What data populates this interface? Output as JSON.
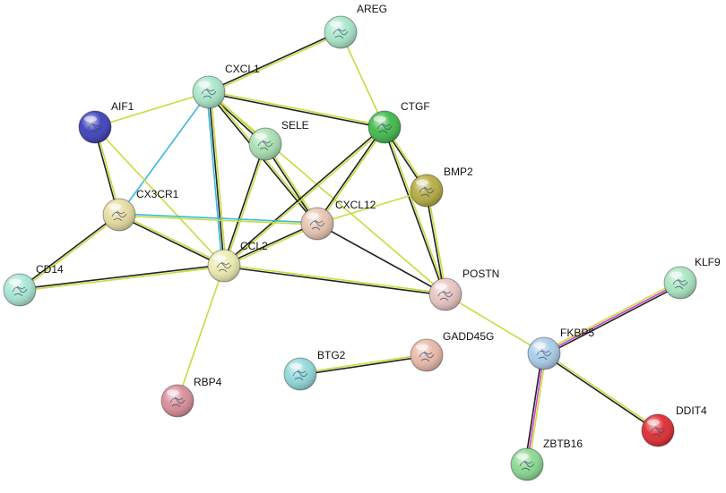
{
  "network": {
    "nodes": [
      {
        "id": "AREG",
        "label": "AREG",
        "color": "#a8e6c8"
      },
      {
        "id": "CXCL1",
        "label": "CXCL1",
        "color": "#a8e6c8"
      },
      {
        "id": "AIF1",
        "label": "AIF1",
        "color": "#3a3fb8"
      },
      {
        "id": "CTGF",
        "label": "CTGF",
        "color": "#3fb84a"
      },
      {
        "id": "SELE",
        "label": "SELE",
        "color": "#a8e0b0"
      },
      {
        "id": "BMP2",
        "label": "BMP2",
        "color": "#b4aa40"
      },
      {
        "id": "CX3CR1",
        "label": "CX3CR1",
        "color": "#e6dca0"
      },
      {
        "id": "CXCL12",
        "label": "CXCL12",
        "color": "#e8c4b0"
      },
      {
        "id": "CCL2",
        "label": "CCL2",
        "color": "#ecebb0"
      },
      {
        "id": "CD14",
        "label": "CD14",
        "color": "#a8e6d4"
      },
      {
        "id": "POSTN",
        "label": "POSTN",
        "color": "#e8c4c0"
      },
      {
        "id": "KLF9",
        "label": "KLF9",
        "color": "#a8e6c0"
      },
      {
        "id": "FKBP5",
        "label": "FKBP5",
        "color": "#a8cce8"
      },
      {
        "id": "GADD45G",
        "label": "GADD45G",
        "color": "#e8b8a8"
      },
      {
        "id": "BTG2",
        "label": "BTG2",
        "color": "#90d8d8"
      },
      {
        "id": "RBP4",
        "label": "RBP4",
        "color": "#d88c98"
      },
      {
        "id": "DDIT4",
        "label": "DDIT4",
        "color": "#e02830"
      },
      {
        "id": "ZBTB16",
        "label": "ZBTB16",
        "color": "#88d890"
      }
    ],
    "edges": [
      {
        "source": "AREG",
        "target": "CXCL1",
        "colors": [
          "#c8dc3c",
          "#222222"
        ]
      },
      {
        "source": "AREG",
        "target": "CTGF",
        "colors": [
          "#c8dc3c"
        ]
      },
      {
        "source": "CXCL1",
        "target": "AIF1",
        "colors": [
          "#c8dc3c"
        ]
      },
      {
        "source": "CXCL1",
        "target": "CTGF",
        "colors": [
          "#c8dc3c",
          "#222222"
        ]
      },
      {
        "source": "CXCL1",
        "target": "SELE",
        "colors": [
          "#c8dc3c",
          "#222222"
        ]
      },
      {
        "source": "CXCL1",
        "target": "CX3CR1",
        "colors": [
          "#3cb8dc"
        ]
      },
      {
        "source": "CXCL1",
        "target": "CCL2",
        "colors": [
          "#c8dc3c",
          "#222222",
          "#3cb8dc"
        ]
      },
      {
        "source": "CXCL1",
        "target": "CXCL12",
        "colors": [
          "#c8dc3c",
          "#222222"
        ]
      },
      {
        "source": "CXCL1",
        "target": "POSTN",
        "colors": [
          "#c8dc3c"
        ]
      },
      {
        "source": "AIF1",
        "target": "CX3CR1",
        "colors": [
          "#c8dc3c",
          "#222222"
        ]
      },
      {
        "source": "AIF1",
        "target": "CCL2",
        "colors": [
          "#c8dc3c"
        ]
      },
      {
        "source": "SELE",
        "target": "CCL2",
        "colors": [
          "#c8dc3c",
          "#222222"
        ]
      },
      {
        "source": "SELE",
        "target": "CXCL12",
        "colors": [
          "#c8dc3c",
          "#222222"
        ]
      },
      {
        "source": "CTGF",
        "target": "CCL2",
        "colors": [
          "#c8dc3c",
          "#222222"
        ]
      },
      {
        "source": "CTGF",
        "target": "CXCL12",
        "colors": [
          "#c8dc3c",
          "#222222"
        ]
      },
      {
        "source": "CTGF",
        "target": "BMP2",
        "colors": [
          "#c8dc3c",
          "#222222"
        ]
      },
      {
        "source": "CTGF",
        "target": "POSTN",
        "colors": [
          "#c8dc3c",
          "#222222"
        ]
      },
      {
        "source": "BMP2",
        "target": "POSTN",
        "colors": [
          "#c8dc3c",
          "#222222"
        ]
      },
      {
        "source": "BMP2",
        "target": "CXCL12",
        "colors": [
          "#c8dc3c"
        ]
      },
      {
        "source": "CX3CR1",
        "target": "CCL2",
        "colors": [
          "#c8dc3c",
          "#222222"
        ]
      },
      {
        "source": "CX3CR1",
        "target": "CXCL12",
        "colors": [
          "#3cb8dc",
          "#c8dc3c"
        ]
      },
      {
        "source": "CX3CR1",
        "target": "CD14",
        "colors": [
          "#c8dc3c",
          "#222222"
        ]
      },
      {
        "source": "CXCL12",
        "target": "CCL2",
        "colors": [
          "#c8dc3c",
          "#222222"
        ]
      },
      {
        "source": "CXCL12",
        "target": "POSTN",
        "colors": [
          "#222222"
        ]
      },
      {
        "source": "CCL2",
        "target": "CD14",
        "colors": [
          "#c8dc3c",
          "#222222"
        ]
      },
      {
        "source": "CCL2",
        "target": "POSTN",
        "colors": [
          "#c8dc3c",
          "#222222"
        ]
      },
      {
        "source": "CCL2",
        "target": "RBP4",
        "colors": [
          "#c8dc3c"
        ]
      },
      {
        "source": "POSTN",
        "target": "FKBP5",
        "colors": [
          "#c8dc3c"
        ]
      },
      {
        "source": "FKBP5",
        "target": "KLF9",
        "colors": [
          "#c8dc3c",
          "#cc44cc",
          "#222222"
        ]
      },
      {
        "source": "FKBP5",
        "target": "ZBTB16",
        "colors": [
          "#c8dc3c",
          "#cc44cc",
          "#222222"
        ]
      },
      {
        "source": "FKBP5",
        "target": "DDIT4",
        "colors": [
          "#c8dc3c",
          "#222222"
        ]
      },
      {
        "source": "BTG2",
        "target": "GADD45G",
        "colors": [
          "#c8dc3c",
          "#222222"
        ]
      }
    ]
  }
}
